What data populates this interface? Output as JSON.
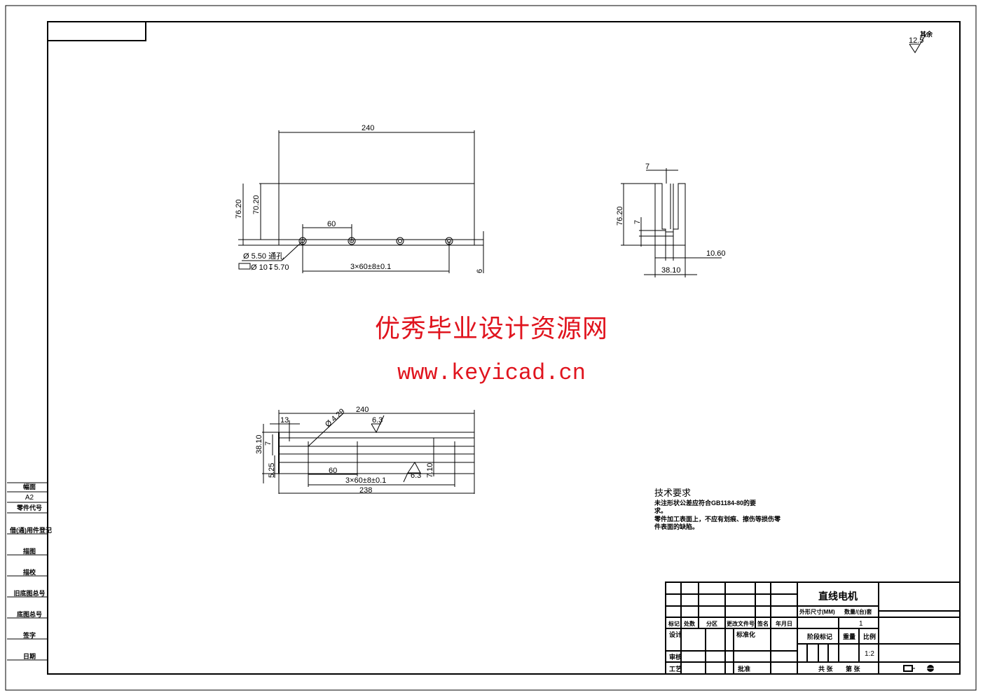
{
  "roughness": {
    "value": "12.5",
    "note": "其余"
  },
  "front_view": {
    "width": "240",
    "height_outer": "76.20",
    "height_inner": "70.20",
    "pitch": "60",
    "hole_spacing": "3×60±8±0.1",
    "hole_note_1": "Ø 5.50 通孔",
    "hole_note_2": "Ø 10↧5.70",
    "base": "6"
  },
  "side_view": {
    "fin_top": "7",
    "height": "76.20",
    "fin_gap": "7",
    "slot": "10.60",
    "width": "38.10"
  },
  "bottom_view": {
    "width": "240",
    "offset": "13",
    "hole_dia": "Ø 4.29",
    "rough_top": "6.3",
    "height": "38.10",
    "slot": "7",
    "edge": "5.25",
    "pitch": "60",
    "hole_spacing": "3×60±8±0.1",
    "rough_bottom": "6.3",
    "depth": "7.10",
    "overall": "238"
  },
  "watermark": {
    "title": "优秀毕业设计资源网",
    "url": "www.keyicad.cn"
  },
  "tech_requirements": {
    "title": "技术要求",
    "lines": [
      "未注形状公差应符合GB1184-80的要",
      "求。",
      "零件加工表面上，不应有划痕、擦伤等损伤零",
      "件表面的缺陷。"
    ]
  },
  "left_column": [
    "幅面",
    "A2",
    "零件代号",
    "借(通)用件登记",
    "描图",
    "描校",
    "旧底图总号",
    "底图总号",
    "签字",
    "日期"
  ],
  "title_block": {
    "part_name": "直线电机",
    "dims_label": "外形尺寸(MM)",
    "qty_label": "数量/(台)套",
    "qty": "1",
    "rev_headers": [
      "标记",
      "处数",
      "分区",
      "更改文件号",
      "签名",
      "年月日"
    ],
    "design": "设计",
    "standard": "标准化",
    "review": "审核",
    "process": "工艺",
    "approve": "批准",
    "stage_label": "阶段标记",
    "weight_label": "重量",
    "scale_label": "比例",
    "scale": "1:2",
    "sheets": "共 张",
    "sheet": "第 张"
  }
}
